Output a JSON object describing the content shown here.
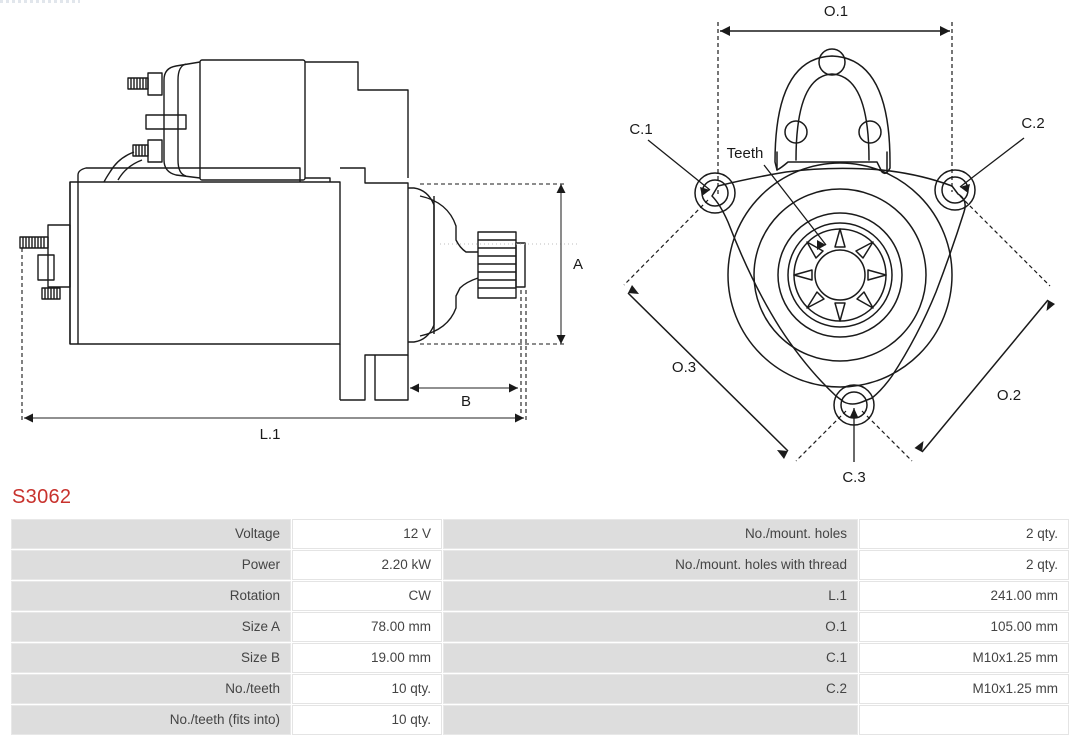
{
  "part_number": "S3062",
  "drawings": {
    "side_view": {
      "name": "starter-side-view",
      "dimension_labels": [
        {
          "id": "A",
          "text": "A"
        },
        {
          "id": "B",
          "text": "B"
        },
        {
          "id": "L1",
          "text": "L.1"
        }
      ]
    },
    "front_view": {
      "name": "starter-front-view",
      "dimension_labels": [
        {
          "id": "O1",
          "text": "O.1"
        },
        {
          "id": "O2",
          "text": "O.2"
        },
        {
          "id": "O3",
          "text": "O.3"
        },
        {
          "id": "C1",
          "text": "C.1"
        },
        {
          "id": "C2",
          "text": "C.2"
        },
        {
          "id": "C3",
          "text": "C.3"
        },
        {
          "id": "Teeth",
          "text": "Teeth"
        }
      ]
    }
  },
  "spec_table": {
    "rows": [
      {
        "label_left": "Voltage",
        "value_left": "12 V",
        "label_right": "No./mount. holes",
        "value_right": "2 qty."
      },
      {
        "label_left": "Power",
        "value_left": "2.20 kW",
        "label_right": "No./mount. holes with thread",
        "value_right": "2 qty."
      },
      {
        "label_left": "Rotation",
        "value_left": "CW",
        "label_right": "L.1",
        "value_right": "241.00 mm"
      },
      {
        "label_left": "Size A",
        "value_left": "78.00 mm",
        "label_right": "O.1",
        "value_right": "105.00 mm"
      },
      {
        "label_left": "Size B",
        "value_left": "19.00 mm",
        "label_right": "C.1",
        "value_right": "M10x1.25 mm"
      },
      {
        "label_left": "No./teeth",
        "value_left": "10 qty.",
        "label_right": "C.2",
        "value_right": "M10x1.25 mm"
      },
      {
        "label_left": "No./teeth (fits into)",
        "value_left": "10 qty.",
        "label_right": "",
        "value_right": ""
      }
    ]
  },
  "colors": {
    "part_number": "#c8322d",
    "label_cell_bg": "#dddddd",
    "value_cell_bg": "#ffffff",
    "line": "#1a1a1a",
    "dim_line": "#4d4d4d"
  }
}
